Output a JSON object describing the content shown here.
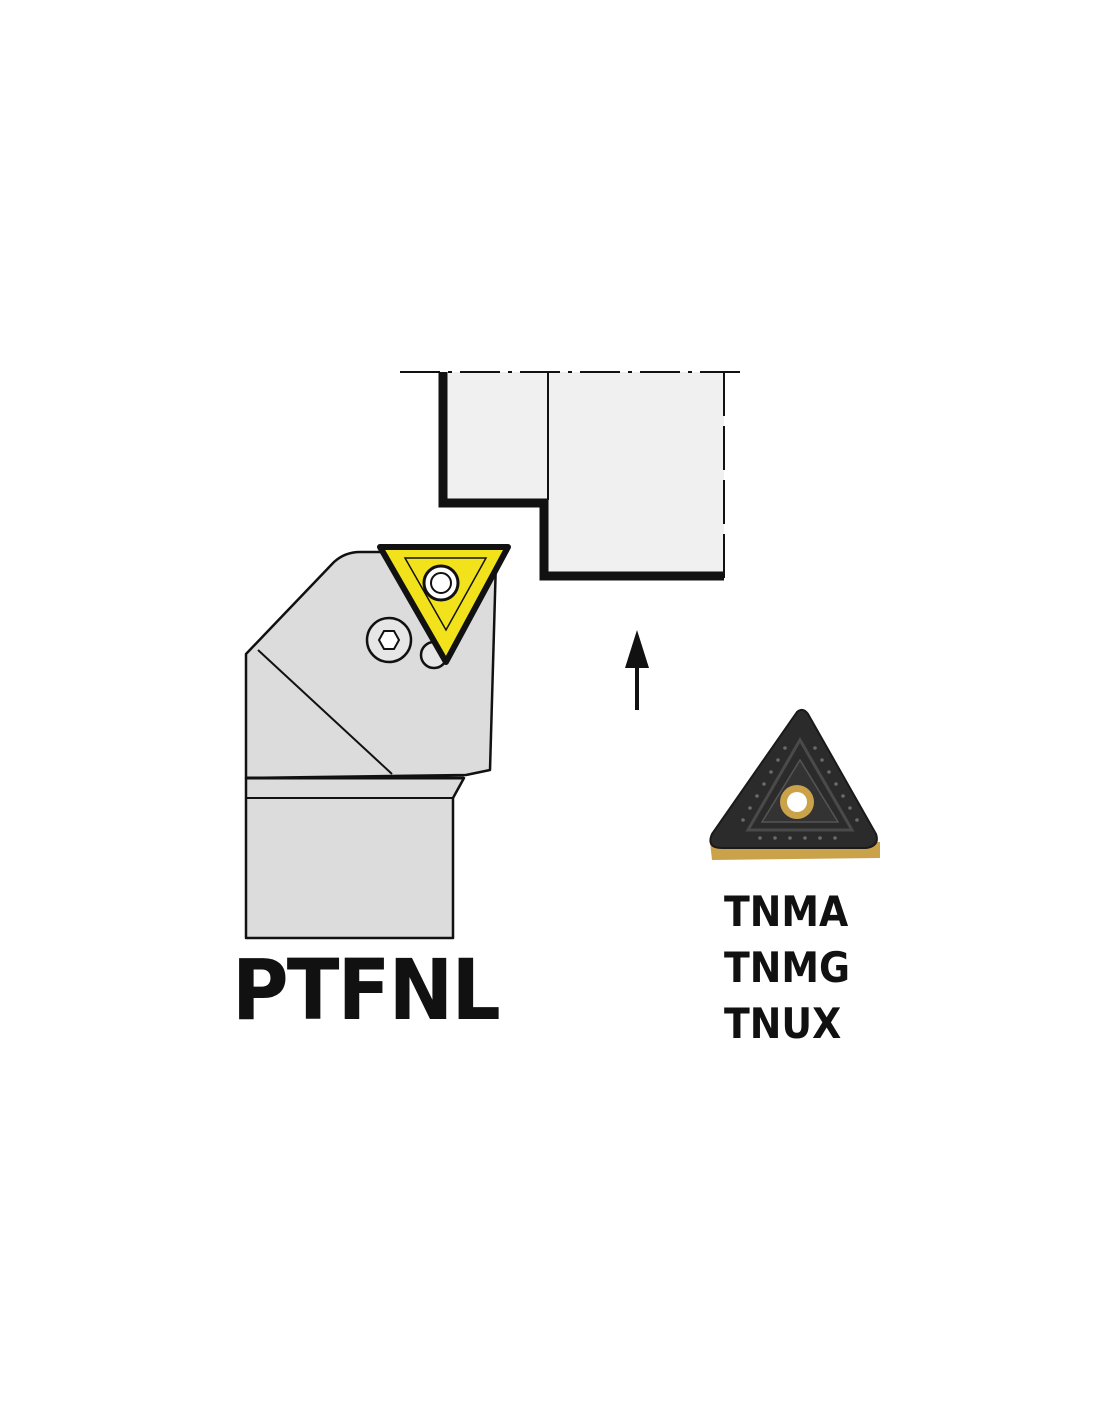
{
  "holder": {
    "code": "PTFNL"
  },
  "insert": {
    "types": [
      "TNMA",
      "TNMG",
      "TNUX"
    ]
  },
  "colors": {
    "holder_body": "#dcdcdc",
    "workpiece": "#f0f0f0",
    "insert_yellow": "#f2e21c",
    "insert_dark": "#2b2b2b",
    "insert_gold": "#c9a24a",
    "outline": "#111111"
  },
  "icons": {
    "feed_direction": "arrow-up-icon",
    "clamp_screw": "hex-screw-icon",
    "insert_photo": "triangular-insert-icon"
  }
}
